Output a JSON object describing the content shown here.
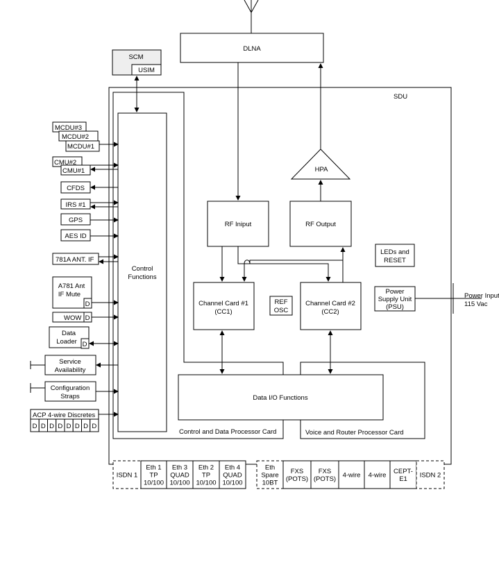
{
  "labels": {
    "dlna": "DLNA",
    "scm": "SCM",
    "usim": "USIM",
    "sdu": "SDU",
    "mcdu3": "MCDU#3",
    "mcdu2": "MCDU#2",
    "mcdu1": "MCDU#1",
    "cmu2": "CMU#2",
    "cmu1": "CMU#1",
    "cfds": "CFDS",
    "irs1": "IRS #1",
    "gps": "GPS",
    "aes_id": "AES ID",
    "ant781": "781A ANT. IF",
    "a781_l1": "A781 Ant",
    "a781_l2": "IF Mute",
    "wow": "WOW",
    "data_loader_l1": "Data",
    "data_loader_l2": "Loader",
    "service_l1": "Service",
    "service_l2": "Availability",
    "config_l1": "Configuration",
    "config_l2": "Straps",
    "acp": "ACP 4-wire Discretes",
    "d": "D",
    "control_l1": "Control",
    "control_l2": "Functions",
    "hpa": "HPA",
    "rf_input": "RF Iniput",
    "rf_output": "RF Output",
    "leds_l1": "LEDs and",
    "leds_l2": "RESET",
    "psu_l1": "Power",
    "psu_l2": "Supply Unit",
    "psu_l3": "(PSU)",
    "power_input_l1": "Power Input",
    "power_input_l2": "115 Vac",
    "cc1_l1": "Channel Card #1",
    "cc1_l2": "(CC1)",
    "cc2_l1": "Channel Card #2",
    "cc2_l2": "(CC2)",
    "ref_l1": "REF",
    "ref_l2": "OSC",
    "data_io": "Data I/O Functions",
    "control_card": "Control and Data Processor Card",
    "voice_card": "Voice and Router Processor Card"
  },
  "ports": [
    {
      "lines": [
        "ISDN 1"
      ],
      "dashed": true
    },
    {
      "lines": [
        "Eth 1",
        "TP",
        "10/100"
      ],
      "dashed": false
    },
    {
      "lines": [
        "Eth 3",
        "QUAD",
        "10/100"
      ],
      "dashed": false
    },
    {
      "lines": [
        "Eth 2",
        "TP",
        "10/100"
      ],
      "dashed": false
    },
    {
      "lines": [
        "Eth 4",
        "QUAD",
        "10/100"
      ],
      "dashed": false
    },
    {
      "lines": [
        "Eth",
        "Spare",
        "10BT"
      ],
      "dashed": true
    },
    {
      "lines": [
        "FXS",
        "(POTS)"
      ],
      "dashed": false
    },
    {
      "lines": [
        "FXS",
        "(POTS)"
      ],
      "dashed": false
    },
    {
      "lines": [
        "4-wire"
      ],
      "dashed": false
    },
    {
      "lines": [
        "4-wire"
      ],
      "dashed": false
    },
    {
      "lines": [
        "CEPT-",
        "E1"
      ],
      "dashed": false
    },
    {
      "lines": [
        "ISDN 2"
      ],
      "dashed": true
    }
  ]
}
